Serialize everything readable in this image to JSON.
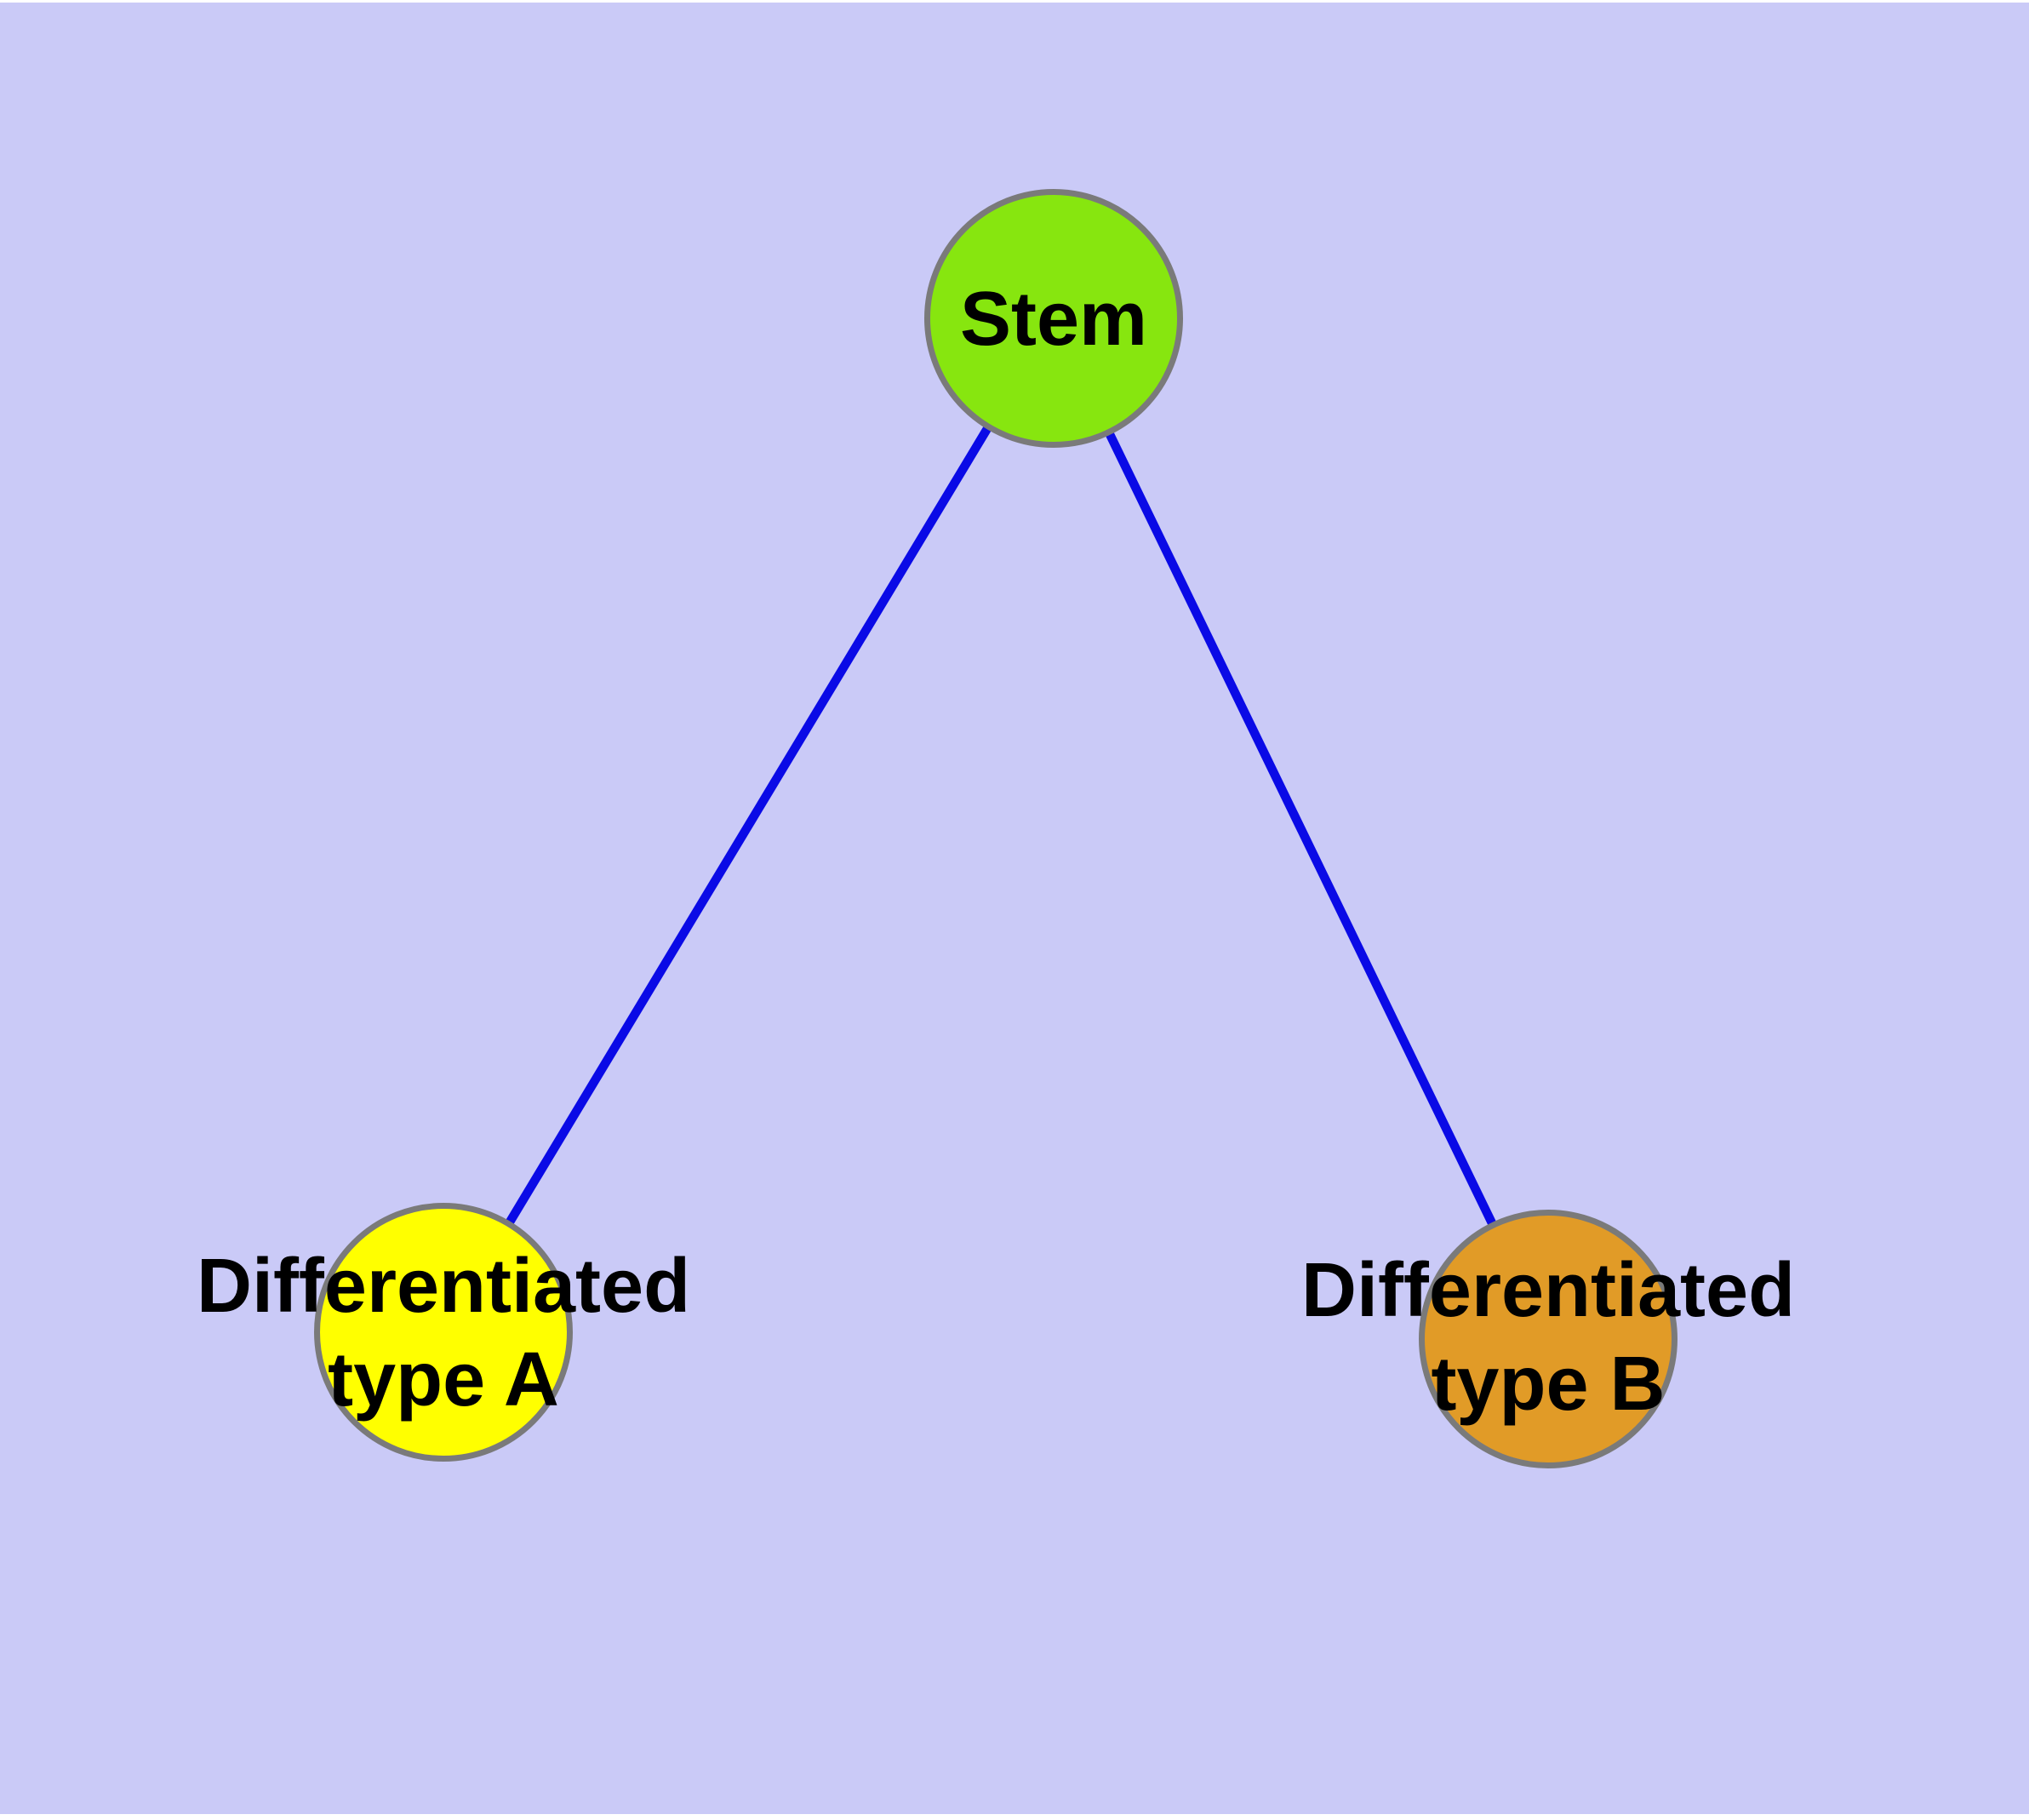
{
  "diagram": {
    "background_color": "#cacaf7",
    "page_border_color": "#ffffff",
    "edge_color": "#0a0ae6",
    "node_border_color": "#7a7a7a",
    "text_color": "#000000",
    "nodes": [
      {
        "id": "stem",
        "label": "Stem",
        "fill": "#87e60f",
        "shape": "circle"
      },
      {
        "id": "type-a",
        "label": "Differentiated\ntype A",
        "fill": "#ffff00",
        "shape": "circle"
      },
      {
        "id": "type-b",
        "label": "Differentiated\ntype B",
        "fill": "#e19b27",
        "shape": "circle"
      }
    ],
    "edges": [
      {
        "from": "stem",
        "to": "type-a"
      },
      {
        "from": "stem",
        "to": "type-b"
      }
    ]
  }
}
